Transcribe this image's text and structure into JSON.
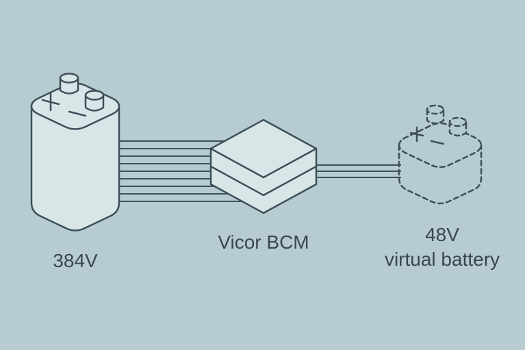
{
  "colors": {
    "background": "#b7ccd1",
    "shape-fill": "#d9e6e8",
    "stroke": "#3d4f59",
    "text": "#3a4650"
  },
  "diagram": {
    "source": {
      "label": "384V",
      "icon": "battery-icon",
      "terminal_marks": [
        "+",
        "-"
      ]
    },
    "converter": {
      "label": "Vicor BCM",
      "icon": "bcm-module-icon"
    },
    "output": {
      "label_line1": "48V",
      "label_line2": "virtual battery",
      "icon": "virtual-battery-icon",
      "terminal_marks": [
        "+",
        "-"
      ]
    }
  }
}
